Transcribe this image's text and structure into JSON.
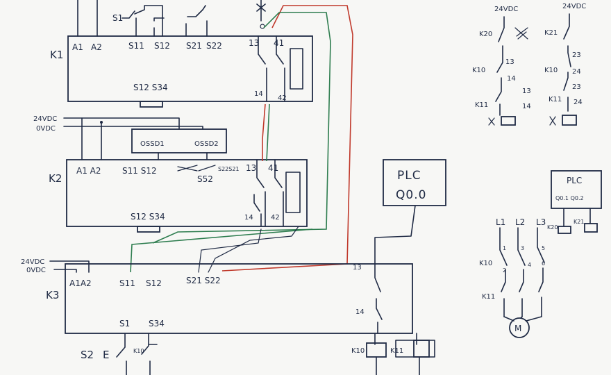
{
  "colors": {
    "ink": "#1f2a44",
    "paper": "#f7f7f5",
    "red_wire": "#c0392b",
    "green_wire": "#2e7d4f"
  },
  "k1": {
    "name": "K1",
    "a1": "A1",
    "a2": "A2",
    "s11": "S11",
    "s12": "S12",
    "s21": "S21",
    "s22": "S22",
    "c13": "13",
    "c41": "41",
    "c14": "14",
    "c42": "42",
    "reset": "S12 S34",
    "s1": "S1"
  },
  "k2": {
    "name": "K2",
    "a1a2": "A1 A2",
    "s11s12": "S11 S12",
    "s22s21": "S22S21",
    "s52": "S52",
    "c13": "13",
    "c41": "41",
    "c14": "14",
    "c42": "42",
    "reset": "S12 S34",
    "supply_pos": "24VDC",
    "supply_neg": "0VDC",
    "ossd1": "OSSD1",
    "ossd2": "OSSD2"
  },
  "k3": {
    "name": "K3",
    "a1a2": "A1A2",
    "s11": "S11",
    "s12": "S12",
    "s21s22": "S21 S22",
    "supply_pos": "24VDC",
    "supply_neg": "0VDC",
    "c13": "13",
    "c14": "14",
    "s1": "S1",
    "s34": "S34",
    "s2": "S2",
    "e": "E",
    "k10": "K10"
  },
  "plc_main": {
    "line1": "PLC",
    "line2": "Q0.0"
  },
  "coils_bottom": {
    "k10": "K10",
    "k11": "K11"
  },
  "feedback": {
    "left_supply": "24VDC",
    "right_supply": "24VDC",
    "k20": "K20",
    "k21": "K21",
    "k10": "K10",
    "k11": "K11",
    "n13": "13",
    "n14": "14",
    "n23": "23",
    "n24": "24"
  },
  "plc_small": {
    "line1": "PLC",
    "line2": "Q0.1 Q0.2",
    "k20": "K20",
    "k21": "K21"
  },
  "motor": {
    "l1": "L1",
    "l2": "L2",
    "l3": "L3",
    "k10": "K10",
    "k11": "K11",
    "n1": "1",
    "n2": "2",
    "n3": "3",
    "n4": "4",
    "n5": "5",
    "n6": "6",
    "m": "M"
  }
}
